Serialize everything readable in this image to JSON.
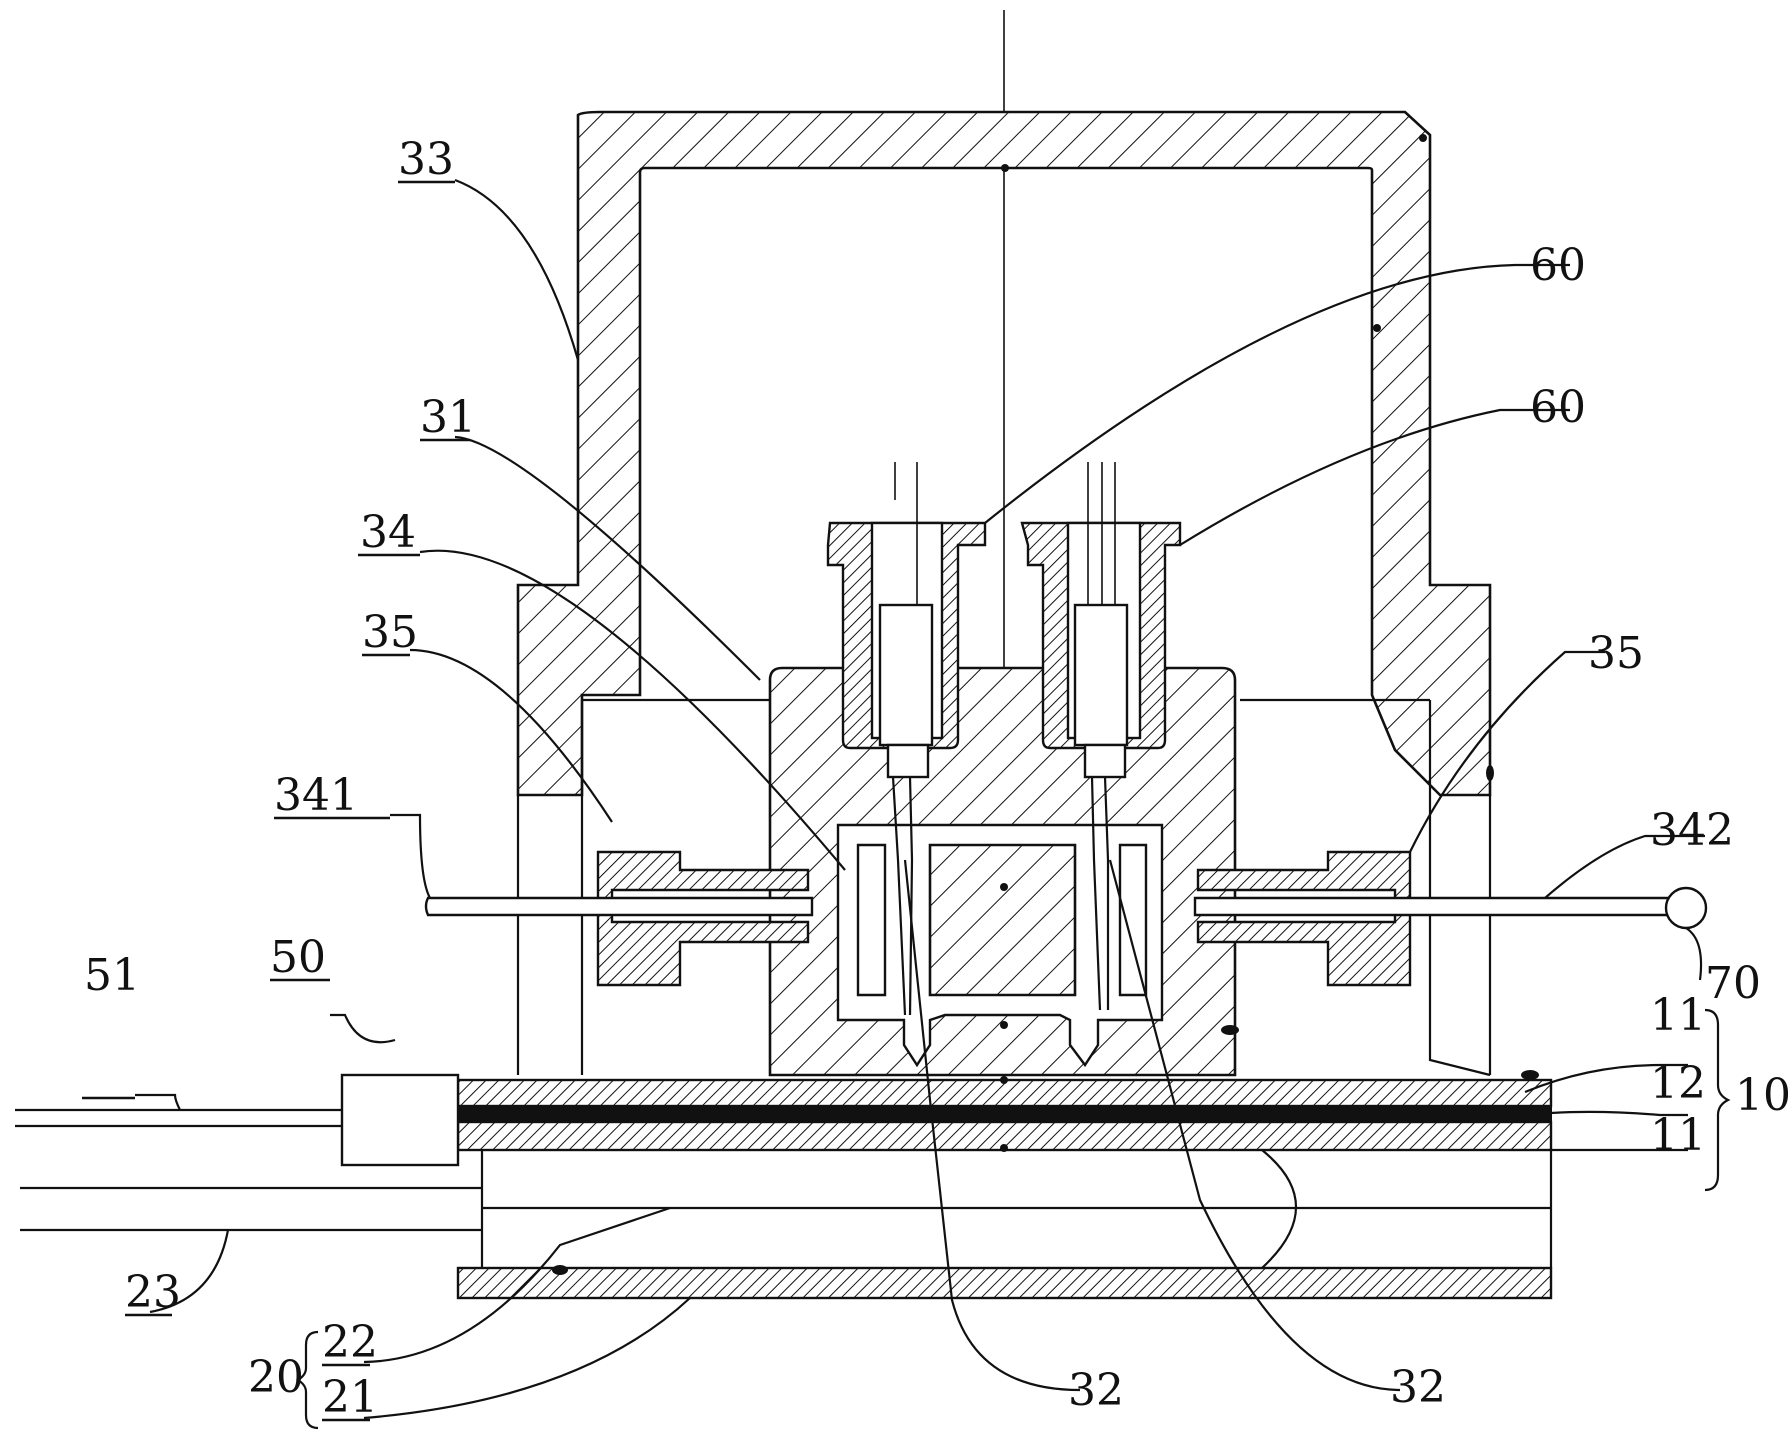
{
  "diagram": {
    "labels": {
      "l33": "33",
      "l31": "31",
      "l34": "34",
      "l35_left": "35",
      "l341": "341",
      "l51": "51",
      "l50": "50",
      "l23": "23",
      "l20": "20",
      "l22": "22",
      "l21": "21",
      "l32_left": "32",
      "l32_right": "32",
      "l60_top": "60",
      "l60_bottom": "60",
      "l35_right": "35",
      "l342": "342",
      "l70": "70",
      "l11_top": "11",
      "l12": "12",
      "l11_bottom": "11",
      "l10": "10"
    },
    "colors": {
      "line": "#111111",
      "background": "#ffffff"
    }
  }
}
